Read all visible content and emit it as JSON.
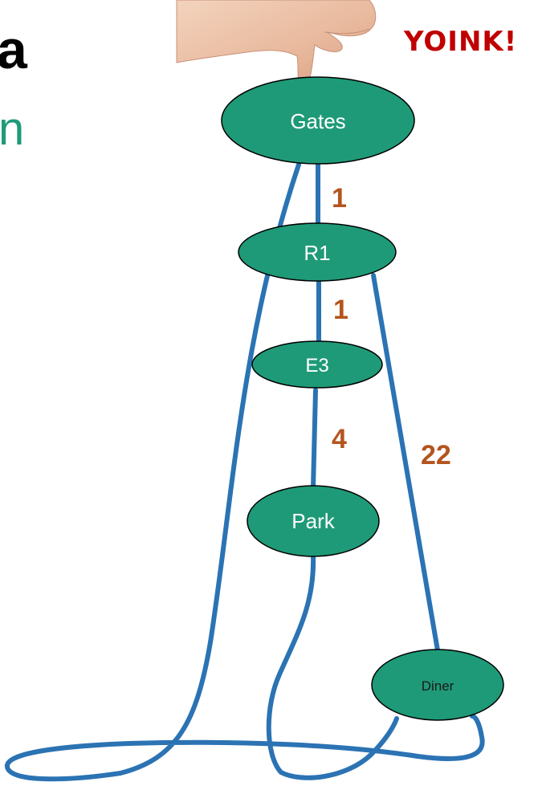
{
  "title_fragment_1": "a",
  "title_fragment_2": "n",
  "exclamation": "YOINK!",
  "colors": {
    "node_fill": "#1f9a78",
    "node_stroke": "#000000",
    "edge": "#2b73b3",
    "weight": "#b4541e",
    "exclamation": "#c00000",
    "title_fragment_2": "#1f9a78"
  },
  "nodes": [
    {
      "id": "gates",
      "label": "Gates"
    },
    {
      "id": "r1",
      "label": "R1"
    },
    {
      "id": "e3",
      "label": "E3"
    },
    {
      "id": "park",
      "label": "Park"
    },
    {
      "id": "diner",
      "label": "Diner"
    }
  ],
  "edges": [
    {
      "from": "Gates",
      "to": "R1",
      "weight": "1"
    },
    {
      "from": "R1",
      "to": "E3",
      "weight": "1"
    },
    {
      "from": "E3",
      "to": "Park",
      "weight": "4"
    },
    {
      "from": "R1",
      "to": "Diner",
      "weight": "22"
    },
    {
      "from": "Gates",
      "to": "Diner",
      "weight": ""
    },
    {
      "from": "Park",
      "to": "Diner",
      "weight": ""
    }
  ]
}
